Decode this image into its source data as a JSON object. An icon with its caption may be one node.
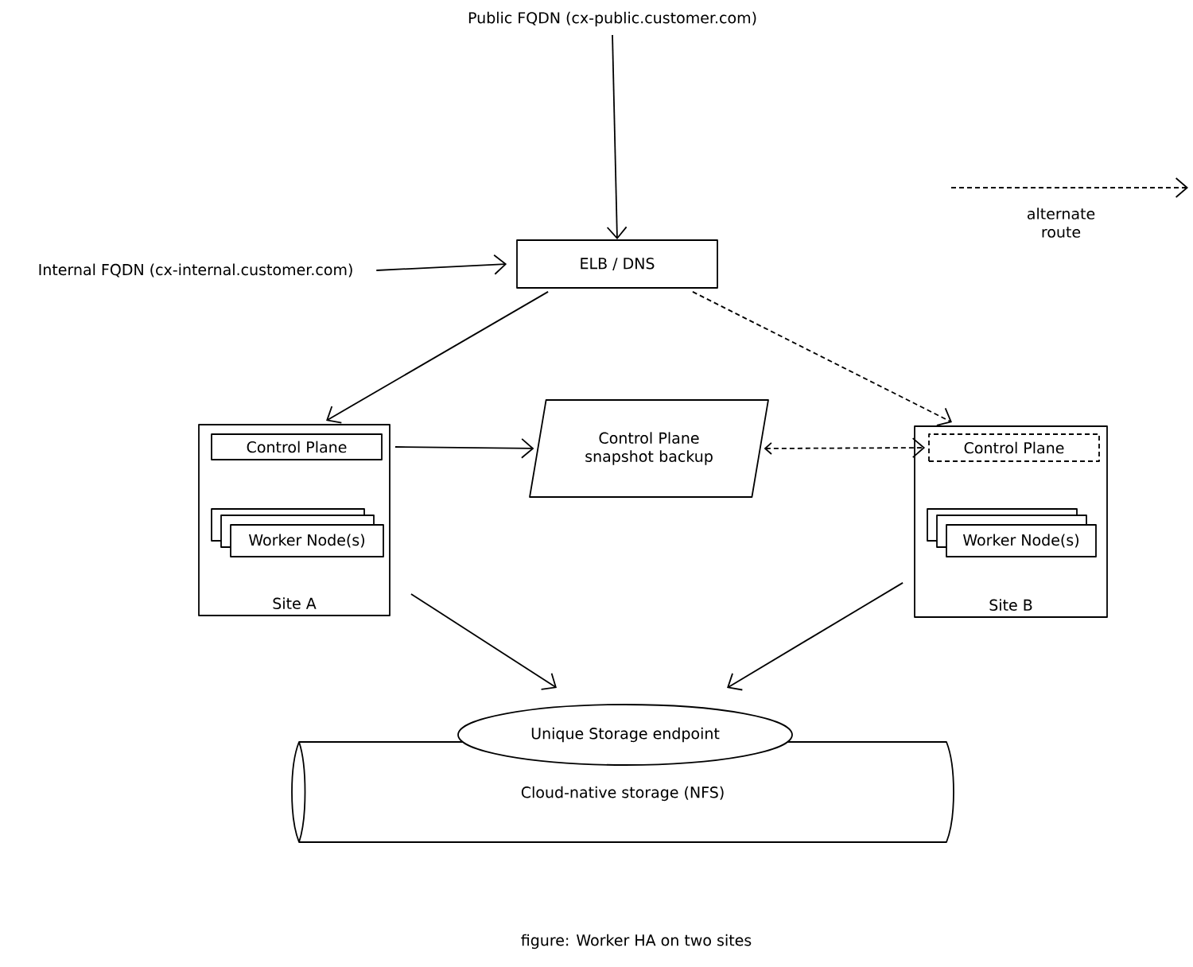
{
  "diagram": {
    "caption": "figure: Worker HA on two sites",
    "nodes": [
      {
        "text": [
          "Public FQDN (cx-public.customer.com)"
        ]
      },
      {
        "text": [
          "Internal FQDN (cx-internal.customer.com)"
        ]
      },
      {
        "text": [
          "ELB / DNS"
        ]
      },
      {
        "text": [
          "Site A"
        ]
      },
      {
        "text": [
          "Control Plane"
        ],
        "in": 3
      },
      {
        "text": [
          "Worker Node(s)"
        ],
        "in": 3
      },
      {
        "text": [
          "Control Plane snapshot backup"
        ]
      },
      {
        "text": [
          "Site B"
        ]
      },
      {
        "text": [
          "Control Plane"
        ],
        "in": 7
      },
      {
        "text": [
          "Worker Node(s)"
        ],
        "in": 7
      },
      {
        "text": [
          "Unique Storage endpoint"
        ]
      },
      {
        "text": [
          "Cloud-native storage (NFS)"
        ]
      }
    ],
    "edges": [
      {
        "from": 0,
        "to": 2,
        "arrow": "to"
      },
      {
        "from": 1,
        "to": 2,
        "arrow": "to"
      },
      {
        "from": 2,
        "to": 3,
        "arrow": "to"
      },
      {
        "from": 2,
        "to": 7,
        "arrow": "to",
        "style": "dashed"
      },
      {
        "from": 4,
        "to": 6,
        "arrow": "to"
      },
      {
        "from": 6,
        "to": 8,
        "arrow": "both",
        "style": "dashed"
      },
      {
        "from": 3,
        "to": 10,
        "arrow": "to"
      },
      {
        "from": 7,
        "to": 10,
        "arrow": "to"
      }
    ],
    "legend": [
      {
        "text": "alternate route"
      }
    ]
  }
}
